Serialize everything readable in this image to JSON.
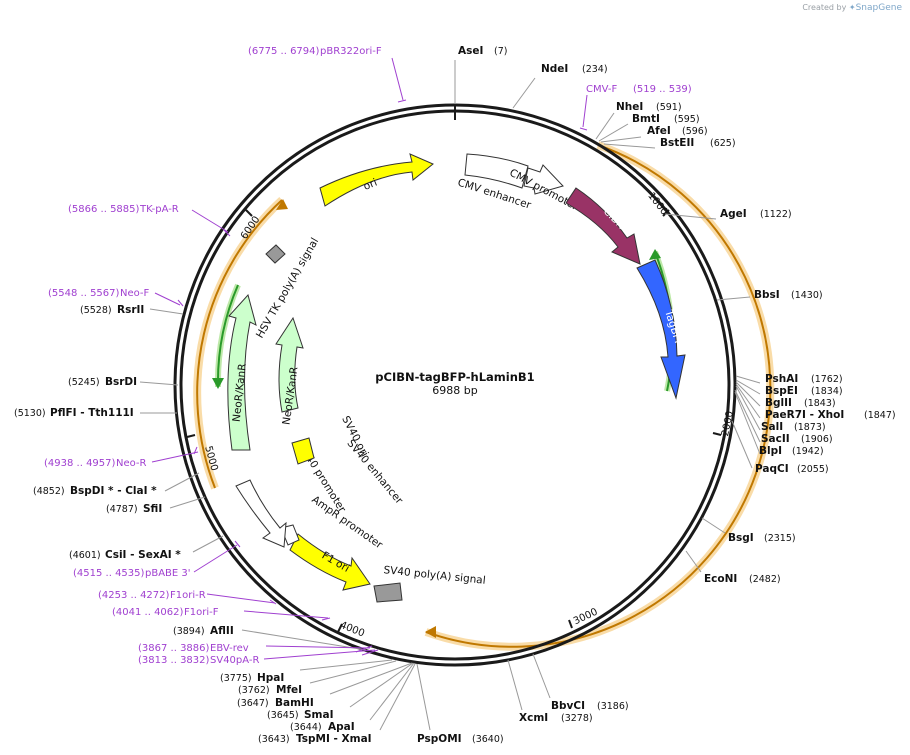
{
  "credit": {
    "prefix": "Created by",
    "brand": "SnapGene"
  },
  "plasmid": {
    "name": "pCIBN-tagBFP-hLaminB1",
    "length_label": "6988 bp",
    "length": 6988
  },
  "ticks": [
    {
      "pos": 1000,
      "label": "1000"
    },
    {
      "pos": 2000,
      "label": "2000"
    },
    {
      "pos": 3000,
      "label": "3000"
    },
    {
      "pos": 4000,
      "label": "4000"
    },
    {
      "pos": 5000,
      "label": "5000"
    },
    {
      "pos": 6000,
      "label": "6000"
    }
  ],
  "sites": [
    {
      "name": "AseI",
      "pos_label": "(7)"
    },
    {
      "name": "NdeI",
      "pos_label": "(234)"
    },
    {
      "name": "NheI",
      "pos_label": "(591)"
    },
    {
      "name": "BmtI",
      "pos_label": "(595)"
    },
    {
      "name": "AfeI",
      "pos_label": "(596)"
    },
    {
      "name": "BstEII",
      "pos_label": "(625)"
    },
    {
      "name": "AgeI",
      "pos_label": "(1122)"
    },
    {
      "name": "BbsI",
      "pos_label": "(1430)"
    },
    {
      "name": "PshAI",
      "pos_label": "(1762)"
    },
    {
      "name": "BspEI",
      "pos_label": "(1834)"
    },
    {
      "name": "BglII",
      "pos_label": "(1843)"
    },
    {
      "name": "PaeR7I  - XhoI",
      "pos_label": "(1847)"
    },
    {
      "name": "SalI",
      "pos_label": "(1873)"
    },
    {
      "name": "SacII",
      "pos_label": "(1906)"
    },
    {
      "name": "BlpI",
      "pos_label": "(1942)"
    },
    {
      "name": "PaqCI",
      "pos_label": "(2055)"
    },
    {
      "name": "BsgI",
      "pos_label": "(2315)"
    },
    {
      "name": "EcoNI",
      "pos_label": "(2482)"
    },
    {
      "name": "BbvCI",
      "pos_label": "(3186)"
    },
    {
      "name": "XcmI",
      "pos_label": "(3278)"
    },
    {
      "name": "PspOMI",
      "pos_label": "(3640)"
    },
    {
      "name": "TspMI  - XmaI",
      "pos_label": "(3643)"
    },
    {
      "name": "ApaI",
      "pos_label": "(3644)"
    },
    {
      "name": "SmaI",
      "pos_label": "(3645)"
    },
    {
      "name": "BamHI",
      "pos_label": "(3647)"
    },
    {
      "name": "MfeI",
      "pos_label": "(3762)"
    },
    {
      "name": "HpaI",
      "pos_label": "(3775)"
    },
    {
      "name": "AflII",
      "pos_label": "(3894)"
    },
    {
      "name": "CsiI  - SexAI *",
      "pos_label": "(4601)"
    },
    {
      "name": "SfiI",
      "pos_label": "(4787)"
    },
    {
      "name": "BspDI *  - ClaI *",
      "pos_label": "(4852)"
    },
    {
      "name": "PflFI  - Tth111I",
      "pos_label": "(5130)"
    },
    {
      "name": "BsrDI",
      "pos_label": "(5245)"
    },
    {
      "name": "RsrII",
      "pos_label": "(5528)"
    }
  ],
  "primers": [
    {
      "name": "pBR322ori-F",
      "range": "(6775 .. 6794)"
    },
    {
      "name": "CMV-F",
      "range": "(519 .. 539)"
    },
    {
      "name": "TK-pA-R",
      "range": "(5866 .. 5885)"
    },
    {
      "name": "Neo-F",
      "range": "(5548 .. 5567)"
    },
    {
      "name": "Neo-R",
      "range": "(4938 .. 4957)"
    },
    {
      "name": "pBABE 3'",
      "range": "(4515 .. 4535)"
    },
    {
      "name": "F1ori-R",
      "range": "(4253 .. 4272)"
    },
    {
      "name": "F1ori-F",
      "range": "(4041 .. 4062)"
    },
    {
      "name": "EBV-rev",
      "range": "(3867 .. 3886)"
    },
    {
      "name": "SV40pA-R",
      "range": "(3813 .. 3832)"
    }
  ],
  "features": [
    {
      "name": "ori",
      "color": "#ffff00"
    },
    {
      "name": "CMV enhancer",
      "color": "#ffffff"
    },
    {
      "name": "CMV promoter",
      "color": "#ffffff"
    },
    {
      "name": "CIBN",
      "color": "#993366"
    },
    {
      "name": "TagBFP",
      "color": "#3366ff"
    },
    {
      "name": "SV40 poly(A) signal",
      "color": "#999999"
    },
    {
      "name": "F1 ori",
      "color": "#ffff00"
    },
    {
      "name": "AmpR promoter",
      "color": "#ffffff"
    },
    {
      "name": "SV40 promoter",
      "color": "#ffffff"
    },
    {
      "name": "SV40 ori",
      "color": "#ffff00"
    },
    {
      "name": "SV40 enhancer",
      "color": "#ffffff"
    },
    {
      "name": "NeoR/KanR",
      "color": "#ccffcc"
    },
    {
      "name": "HSV TK poly(A) signal",
      "color": "#999999"
    }
  ],
  "colors": {
    "backbone": "#000000",
    "primer": "#a040d0",
    "orf": "#f0a830",
    "orf_inner": "#8b5a00",
    "neo_orf": "#2a9a2a"
  }
}
